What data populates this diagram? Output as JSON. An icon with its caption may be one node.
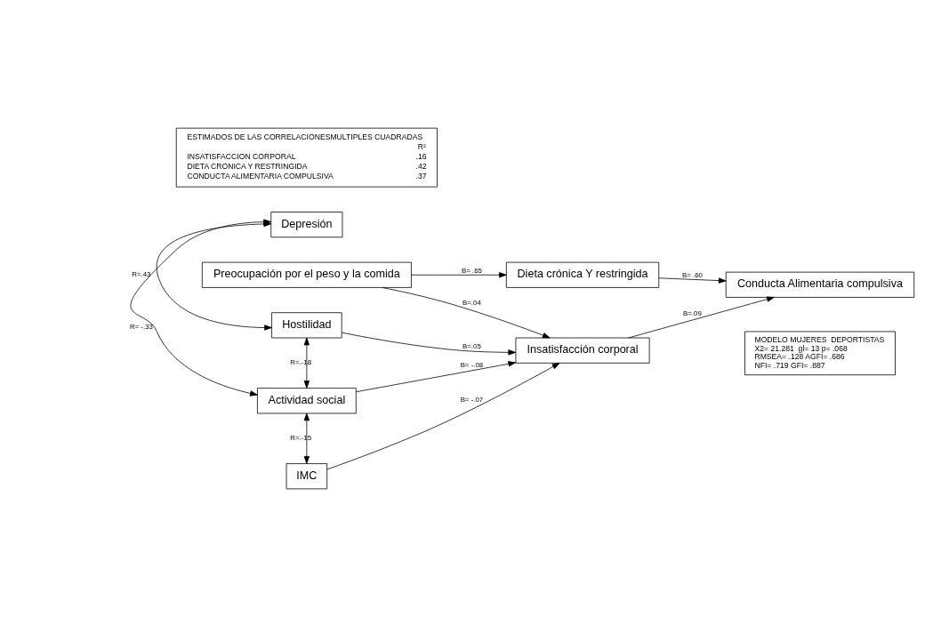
{
  "diagram": {
    "nodes": [
      {
        "text": [
          "Hostilidad"
        ]
      },
      {
        "text": [
          "Depresión"
        ]
      },
      {
        "text": [
          "Dieta crónica Y restringida"
        ]
      },
      {
        "text": [
          "Preocupación por el peso y la comida"
        ]
      },
      {
        "text": [
          "IMC"
        ]
      },
      {
        "text": [
          "Actividad social"
        ]
      },
      {
        "text": [
          "Insatisfacción corporal"
        ]
      },
      {
        "text": [
          "Conducta Alimentaria compulsiva"
        ]
      },
      {
        "text": [
          "ESTIMADOS DE LAS CORRELACIONESMULTIPLES CUADRADAS",
          "R²",
          "INSATISFACCION CORPORAL",
          ".16",
          "DIETA CRONICA Y RESTRINGIDA",
          ".42",
          "CONDUCTA ALIMENTARIA COMPULSIVA",
          ".37"
        ]
      },
      {
        "text": [
          "MODELO MUJERES  DEPORTISTAS",
          "X2= 21.281  gl= 13 p= .068",
          "RMSEA= .128 AGFI= .686",
          "NFI= .719 GFI= .887"
        ]
      }
    ],
    "edges": [
      {
        "from": 0,
        "to": 1,
        "arrow": "both",
        "label": "R=.43"
      },
      {
        "from": 0,
        "to": 5,
        "arrow": "both",
        "label": "R=.-18"
      },
      {
        "from": 1,
        "to": 5,
        "arrow": "both",
        "label": "R= -.33"
      },
      {
        "from": 4,
        "to": 5,
        "arrow": "both",
        "label": "R=.-15"
      },
      {
        "from": 0,
        "to": 6,
        "arrow": "to",
        "label": "B=.05"
      },
      {
        "from": 4,
        "to": 6,
        "arrow": "to",
        "label": "B= -.07"
      },
      {
        "from": 5,
        "to": 6,
        "arrow": "to",
        "label": "B= -.08"
      },
      {
        "from": 3,
        "to": 6,
        "arrow": "to",
        "label": "B=.04"
      },
      {
        "from": 3,
        "to": 2,
        "arrow": "to",
        "label": "B= .65"
      },
      {
        "from": 2,
        "to": 7,
        "arrow": "to",
        "label": "B= .60"
      },
      {
        "from": 6,
        "to": 7,
        "arrow": "to",
        "label": "B=.09"
      }
    ]
  }
}
